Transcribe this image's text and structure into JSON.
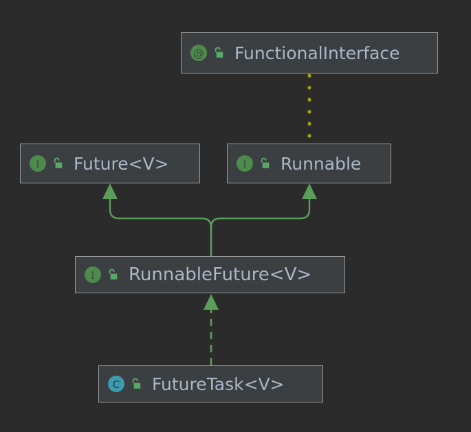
{
  "diagram": {
    "title": "Java concurrency type hierarchy",
    "background_color": "#2b2b2b",
    "node_fill_color": "#3c3f41",
    "node_border_color": "#9b9b9b",
    "label_color": "#a9b7c6",
    "inheritance_edge_color": "#5a9e5a",
    "annotation_edge_color": "#9e9e16",
    "nodes": [
      {
        "id": "functionalinterface",
        "label": "FunctionalInterface",
        "kind": "annotation",
        "kind_glyph": "@",
        "icon_color": "#4e8a4e",
        "visibility": "public",
        "visibility_icon": "unlocked-padlock"
      },
      {
        "id": "future",
        "label": "Future<V>",
        "kind": "interface",
        "kind_glyph": "I",
        "icon_color": "#4e8a4e",
        "visibility": "public",
        "visibility_icon": "unlocked-padlock"
      },
      {
        "id": "runnable",
        "label": "Runnable",
        "kind": "interface",
        "kind_glyph": "I",
        "icon_color": "#4e8a4e",
        "visibility": "public",
        "visibility_icon": "unlocked-padlock"
      },
      {
        "id": "runnablefuture",
        "label": "RunnableFuture<V>",
        "kind": "interface",
        "kind_glyph": "I",
        "icon_color": "#4e8a4e",
        "visibility": "public",
        "visibility_icon": "unlocked-padlock"
      },
      {
        "id": "futuretask",
        "label": "FutureTask<V>",
        "kind": "class",
        "kind_glyph": "C",
        "icon_color": "#3d9bb0",
        "visibility": "public",
        "visibility_icon": "unlocked-padlock"
      }
    ],
    "edges": [
      {
        "id": "runnable-functionalinterface",
        "from": "runnable",
        "to": "functionalinterface",
        "style": "dotted",
        "arrow": "none",
        "color": "#9e9e16"
      },
      {
        "id": "runnablefuture-future",
        "from": "runnablefuture",
        "to": "future",
        "style": "solid",
        "arrow": "closed-triangle",
        "color": "#5a9e5a"
      },
      {
        "id": "runnablefuture-runnable",
        "from": "runnablefuture",
        "to": "runnable",
        "style": "solid",
        "arrow": "closed-triangle",
        "color": "#5a9e5a"
      },
      {
        "id": "futuretask-runnablefuture",
        "from": "futuretask",
        "to": "runnablefuture",
        "style": "dashed",
        "arrow": "closed-triangle",
        "color": "#5a9e5a"
      }
    ]
  }
}
